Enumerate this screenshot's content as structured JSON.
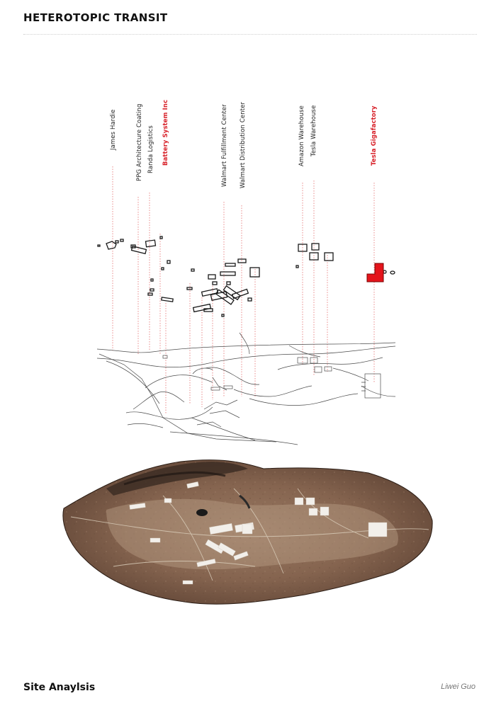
{
  "page": {
    "title": "HETEROTOPIC TRANSIT",
    "footer_title": "Site Anaylsis",
    "author": "Liwei Guo"
  },
  "colors": {
    "accent": "#e4141b",
    "leader": "#e25a5a",
    "terrain": "#8a6a57"
  },
  "labels": [
    {
      "text": "James Hardie",
      "highlight": false
    },
    {
      "text": "PPG Architecture Coating",
      "highlight": false
    },
    {
      "text": "Randa Logistics",
      "highlight": false
    },
    {
      "text": "Battery System Inc",
      "highlight": true
    },
    {
      "text": "Walmart Fulfillment Center",
      "highlight": false
    },
    {
      "text": "Walmart Distribution Center",
      "highlight": false
    },
    {
      "text": "Amazon Warehouse",
      "highlight": false
    },
    {
      "text": "Tesla Warehouse",
      "highlight": false
    },
    {
      "text": "Tesla Gigafactory",
      "highlight": true
    }
  ]
}
